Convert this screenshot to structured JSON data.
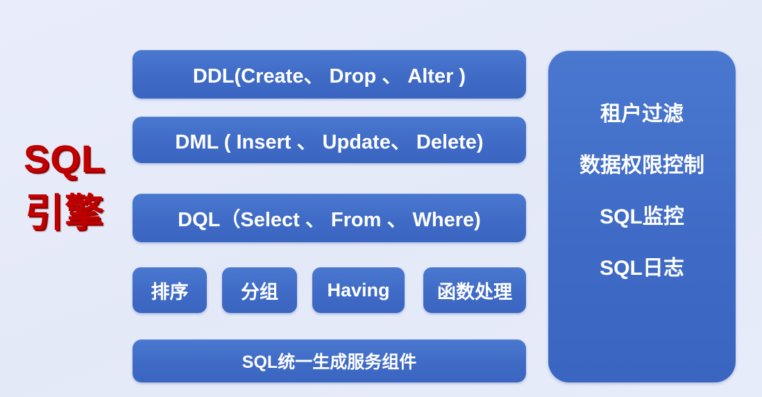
{
  "theme": {
    "background": "#e7ebfa",
    "card_blue": "#3f6bc6",
    "card_blue_light": "#4a78cf",
    "title_red": "#c00000",
    "card_text": "#ffffff"
  },
  "title": {
    "line1": "SQL",
    "line2": "引擎"
  },
  "left_column": {
    "cards": [
      {
        "id": "ddl",
        "label": "DDL(Create、 Drop 、 Alter )"
      },
      {
        "id": "dml",
        "label": "DML ( Insert 、 Update、  Delete)"
      },
      {
        "id": "dql",
        "label": "DQL（Select 、 From 、 Where)"
      },
      {
        "id": "sqlgen",
        "label": "SQL统一生成服务组件"
      }
    ],
    "small_cards": [
      {
        "id": "order",
        "label": "排序"
      },
      {
        "id": "group",
        "label": "分组"
      },
      {
        "id": "having",
        "label": "Having"
      },
      {
        "id": "func",
        "label": "函数处理"
      }
    ]
  },
  "right_panel": {
    "items": [
      {
        "id": "tenant-filter",
        "label": "租户过滤"
      },
      {
        "id": "data-permission",
        "label": "数据权限控制"
      },
      {
        "id": "sql-monitor",
        "label": "SQL监控"
      },
      {
        "id": "sql-log",
        "label": "SQL日志"
      }
    ]
  }
}
